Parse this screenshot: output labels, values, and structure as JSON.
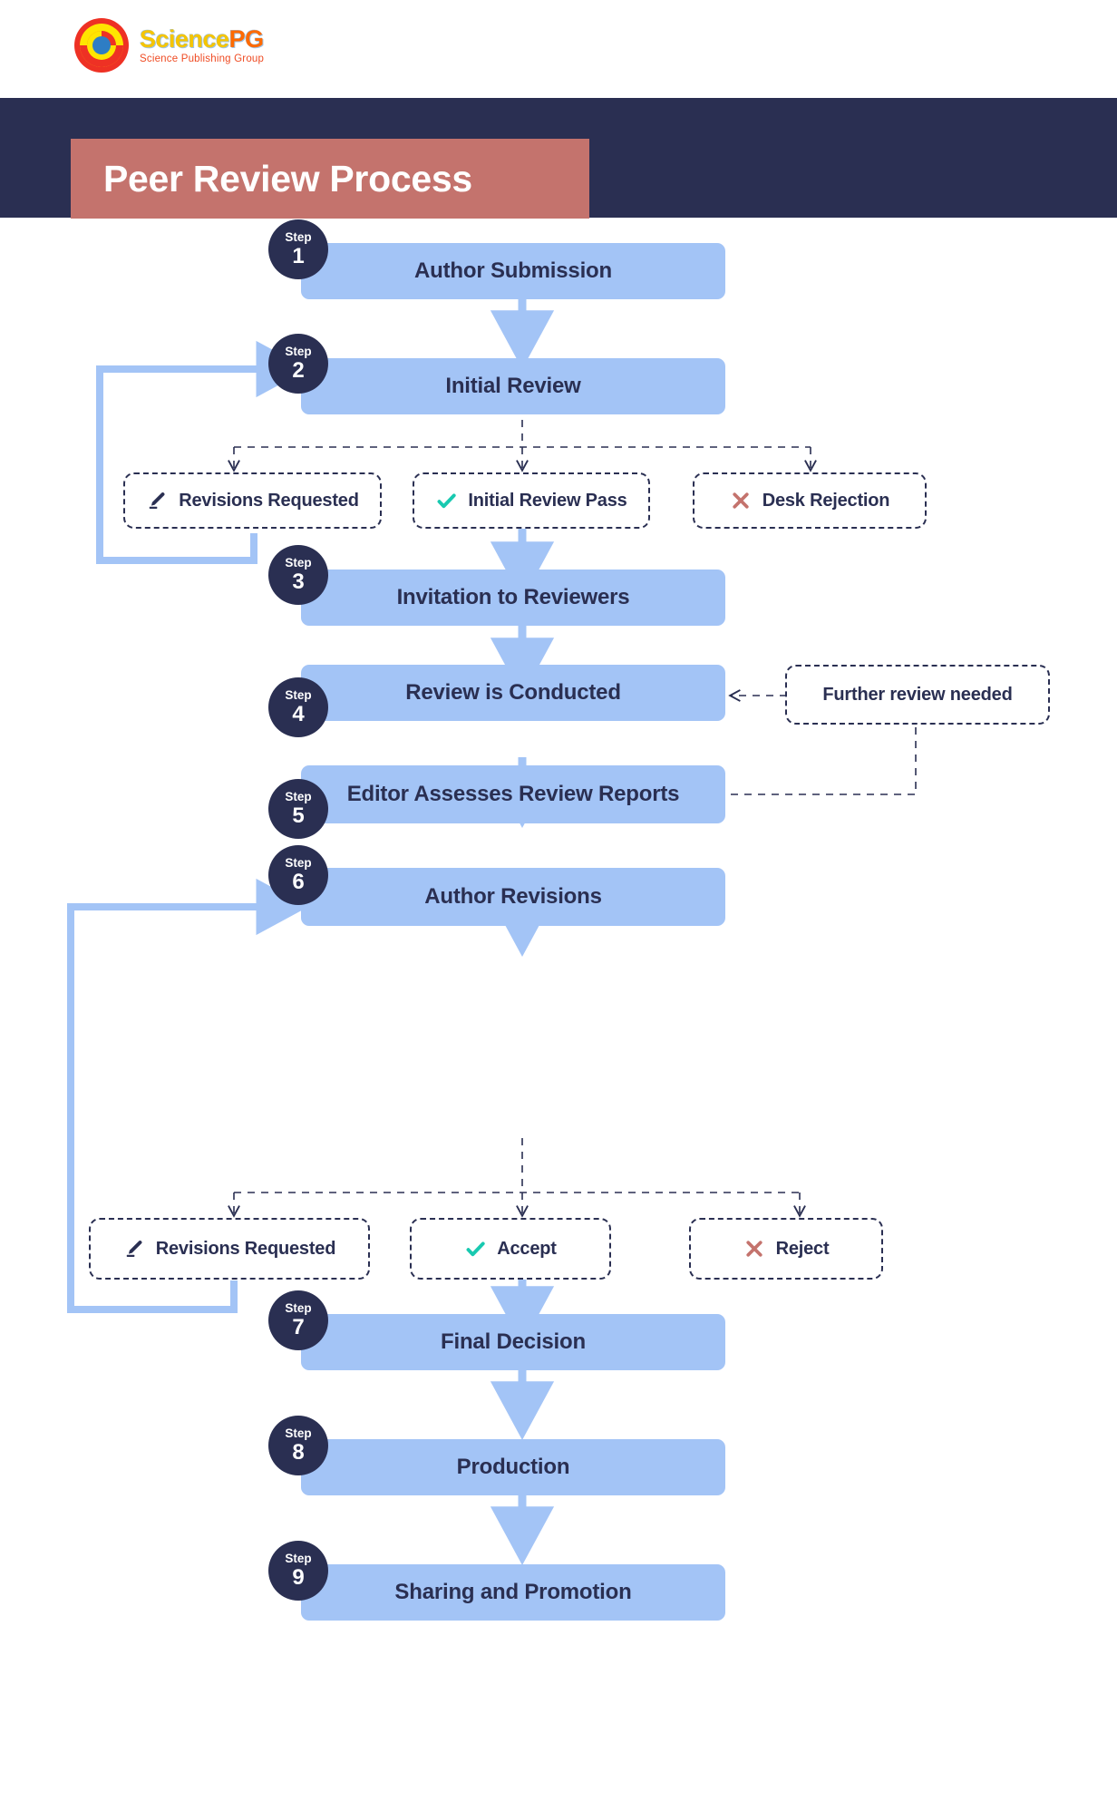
{
  "brand": {
    "name_part1": "Science",
    "name_part2": "PG",
    "tagline": "Science Publishing Group",
    "logo_icon": "sciencepg-logo-icon"
  },
  "header": {
    "title": "Peer Review Process",
    "band_color": "#2a2f52",
    "chip_color": "#c4736d"
  },
  "colors": {
    "step_box": "#a3c4f6",
    "badge": "#2a2f52",
    "text_dark": "#2a2f52",
    "arrow_blue": "#a3c4f6",
    "check_teal": "#18c9b0",
    "cross_red": "#c4736d",
    "dashed_border": "#2a2f52"
  },
  "flow": {
    "step_word": "Step",
    "steps": [
      {
        "num": "1",
        "label": "Author Submission"
      },
      {
        "num": "2",
        "label": "Initial Review"
      },
      {
        "num": "3",
        "label": "Invitation to Reviewers"
      },
      {
        "num": "4",
        "label": "Review is Conducted"
      },
      {
        "num": "5",
        "label": "Editor Assesses Review Reports"
      },
      {
        "num": "6",
        "label": "Author Revisions"
      },
      {
        "num": "7",
        "label": "Final Decision"
      },
      {
        "num": "8",
        "label": "Production"
      },
      {
        "num": "9",
        "label": "Sharing and Promotion"
      }
    ],
    "branch_one": [
      {
        "label": "Revisions Requested",
        "icon": "pencil-icon"
      },
      {
        "label": "Initial Review Pass",
        "icon": "check-icon"
      },
      {
        "label": "Desk Rejection",
        "icon": "cross-icon"
      }
    ],
    "branch_two": [
      {
        "label": "Revisions Requested",
        "icon": "pencil-icon"
      },
      {
        "label": "Accept",
        "icon": "check-icon"
      },
      {
        "label": "Reject",
        "icon": "cross-icon"
      }
    ],
    "note": {
      "label": "Further review needed"
    }
  }
}
